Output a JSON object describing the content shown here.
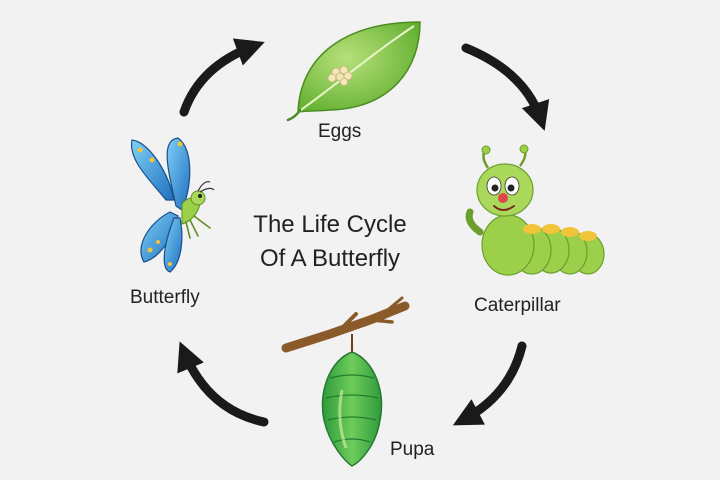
{
  "diagram": {
    "title_line1": "The Life Cycle",
    "title_line2": "Of A Butterfly",
    "stages": [
      {
        "label": "Eggs",
        "icon": "leaf-with-eggs-icon"
      },
      {
        "label": "Caterpillar",
        "icon": "caterpillar-icon"
      },
      {
        "label": "Pupa",
        "icon": "chrysalis-icon"
      },
      {
        "label": "Butterfly",
        "icon": "butterfly-icon"
      }
    ],
    "colors": {
      "background": "#f2f2f2",
      "arrow": "#1a1a1a",
      "text": "#222222",
      "leaf": "#7cc242",
      "caterpillar": "#9ccf4a",
      "chrysalis": "#3aa845",
      "butterfly": "#3aa0dc",
      "branch": "#8b5a2b"
    }
  }
}
